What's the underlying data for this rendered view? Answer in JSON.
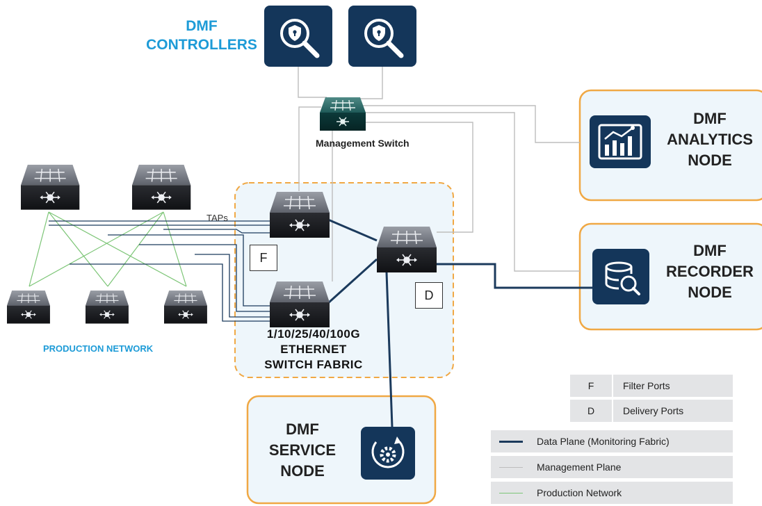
{
  "controllers_title": "DMF\nCONTROLLERS",
  "management_switch_label": "Management Switch",
  "production_network_label": "PRODUCTION NETWORK",
  "taps_label": "TAPs",
  "fabric_label": "1/10/25/40/100G\nETHERNET\nSWITCH FABRIC",
  "port_filter_letter": "F",
  "port_delivery_letter": "D",
  "analytics_node_title": "DMF\nANALYTICS\nNODE",
  "recorder_node_title": "DMF\nRECORDER\nNODE",
  "service_node_title": "DMF\nSERVICE\nNODE",
  "legend": {
    "ports": [
      {
        "key": "F",
        "text": "Filter Ports"
      },
      {
        "key": "D",
        "text": "Delivery Ports"
      }
    ],
    "lines": [
      {
        "text": "Data Plane (Monitoring Fabric)",
        "color": "#1b3a5c"
      },
      {
        "text": "Management  Plane",
        "color": "#bdbdbd"
      },
      {
        "text": "Production Network",
        "color": "#7cc576"
      }
    ]
  },
  "colors": {
    "accent_blue": "#1d9bd7",
    "icon_navy": "#14365a",
    "orange_border": "#f0a844",
    "node_fill": "#eef6fb",
    "data_plane": "#1b3a5c",
    "management_plane": "#bdbdbd",
    "production_network": "#7cc576",
    "management_switch": "#0f4a4a"
  },
  "icons": {
    "controller": "shield-search-icon",
    "analytics": "analytics-chart-icon",
    "recorder": "database-search-icon",
    "service": "gear-refresh-icon",
    "switch": "network-switch-icon"
  }
}
